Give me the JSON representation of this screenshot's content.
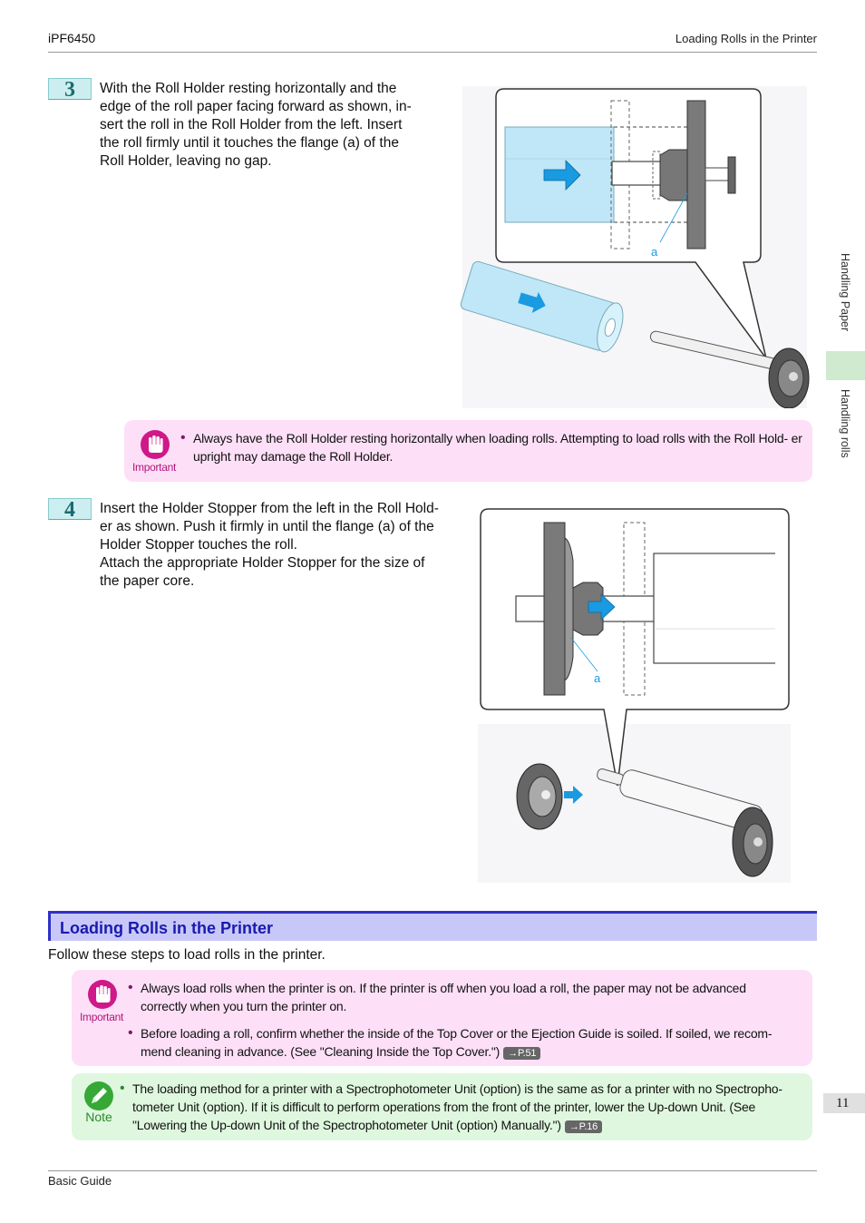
{
  "header": {
    "model": "iPF6450",
    "section": "Loading Rolls in the Printer"
  },
  "step3": {
    "number": "3",
    "lines": [
      "With the Roll Holder resting horizontally and the",
      "edge of the roll paper facing forward as shown, in-",
      "sert the roll in the Roll Holder from the left. Insert",
      "the roll firmly until it touches the flange (a) of the",
      "Roll Holder, leaving no gap."
    ],
    "figure_label": "a"
  },
  "important1": {
    "label": "Important",
    "items": [
      "Always have the Roll Holder resting horizontally when loading rolls. Attempting to load rolls with the Roll Hold- er upright may damage the Roll Holder."
    ]
  },
  "step4": {
    "number": "4",
    "lines": [
      "Insert the Holder Stopper from the left in the Roll Hold-",
      "er as shown. Push it firmly in until the flange (a) of the",
      "Holder Stopper touches the roll.",
      "Attach the appropriate Holder Stopper for the size of",
      "the paper core."
    ],
    "figure_label": "a"
  },
  "section": {
    "title": "Loading Rolls in the Printer",
    "intro": "Follow these steps to load rolls in the printer."
  },
  "important2": {
    "label": "Important",
    "item1": "Always load rolls when the printer is on. If the printer is off when you load a roll, the paper may not be advanced correctly when you turn the printer on.",
    "item2": "Before loading a roll, confirm whether the inside of the Top Cover or the Ejection Guide is soiled. If soiled, we recom- mend cleaning in advance.  (See \"Cleaning Inside the Top Cover.\")",
    "item2_ref": "→P.51"
  },
  "note": {
    "label": "Note",
    "item": "The loading method for a printer with a Spectrophotometer Unit (option) is the same as for a printer with no Spectropho- tometer Unit (option). If it is difficult to perform operations from the front of the printer, lower the Up-down Unit.  (See \"Lowering the Up-down Unit of the Spectrophotometer Unit (option) Manually.\")",
    "item_ref": "→P.16"
  },
  "side_tabs": {
    "tab1": "Handling Paper",
    "tab2": "Handling rolls"
  },
  "page_number": "11",
  "footer": "Basic Guide",
  "colors": {
    "accent_blue": "#3030c8",
    "important_pink": "#fde0f7",
    "note_green": "#dff7df",
    "paper_blue": "#bfe7f7",
    "arrow_blue": "#1a9ae0"
  }
}
